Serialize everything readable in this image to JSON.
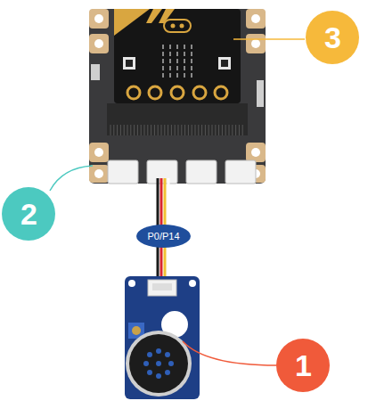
{
  "diagram": {
    "nodes": [
      {
        "text": [
          "P0/P14"
        ]
      }
    ],
    "labels": [
      "3",
      "2",
      "1"
    ]
  }
}
